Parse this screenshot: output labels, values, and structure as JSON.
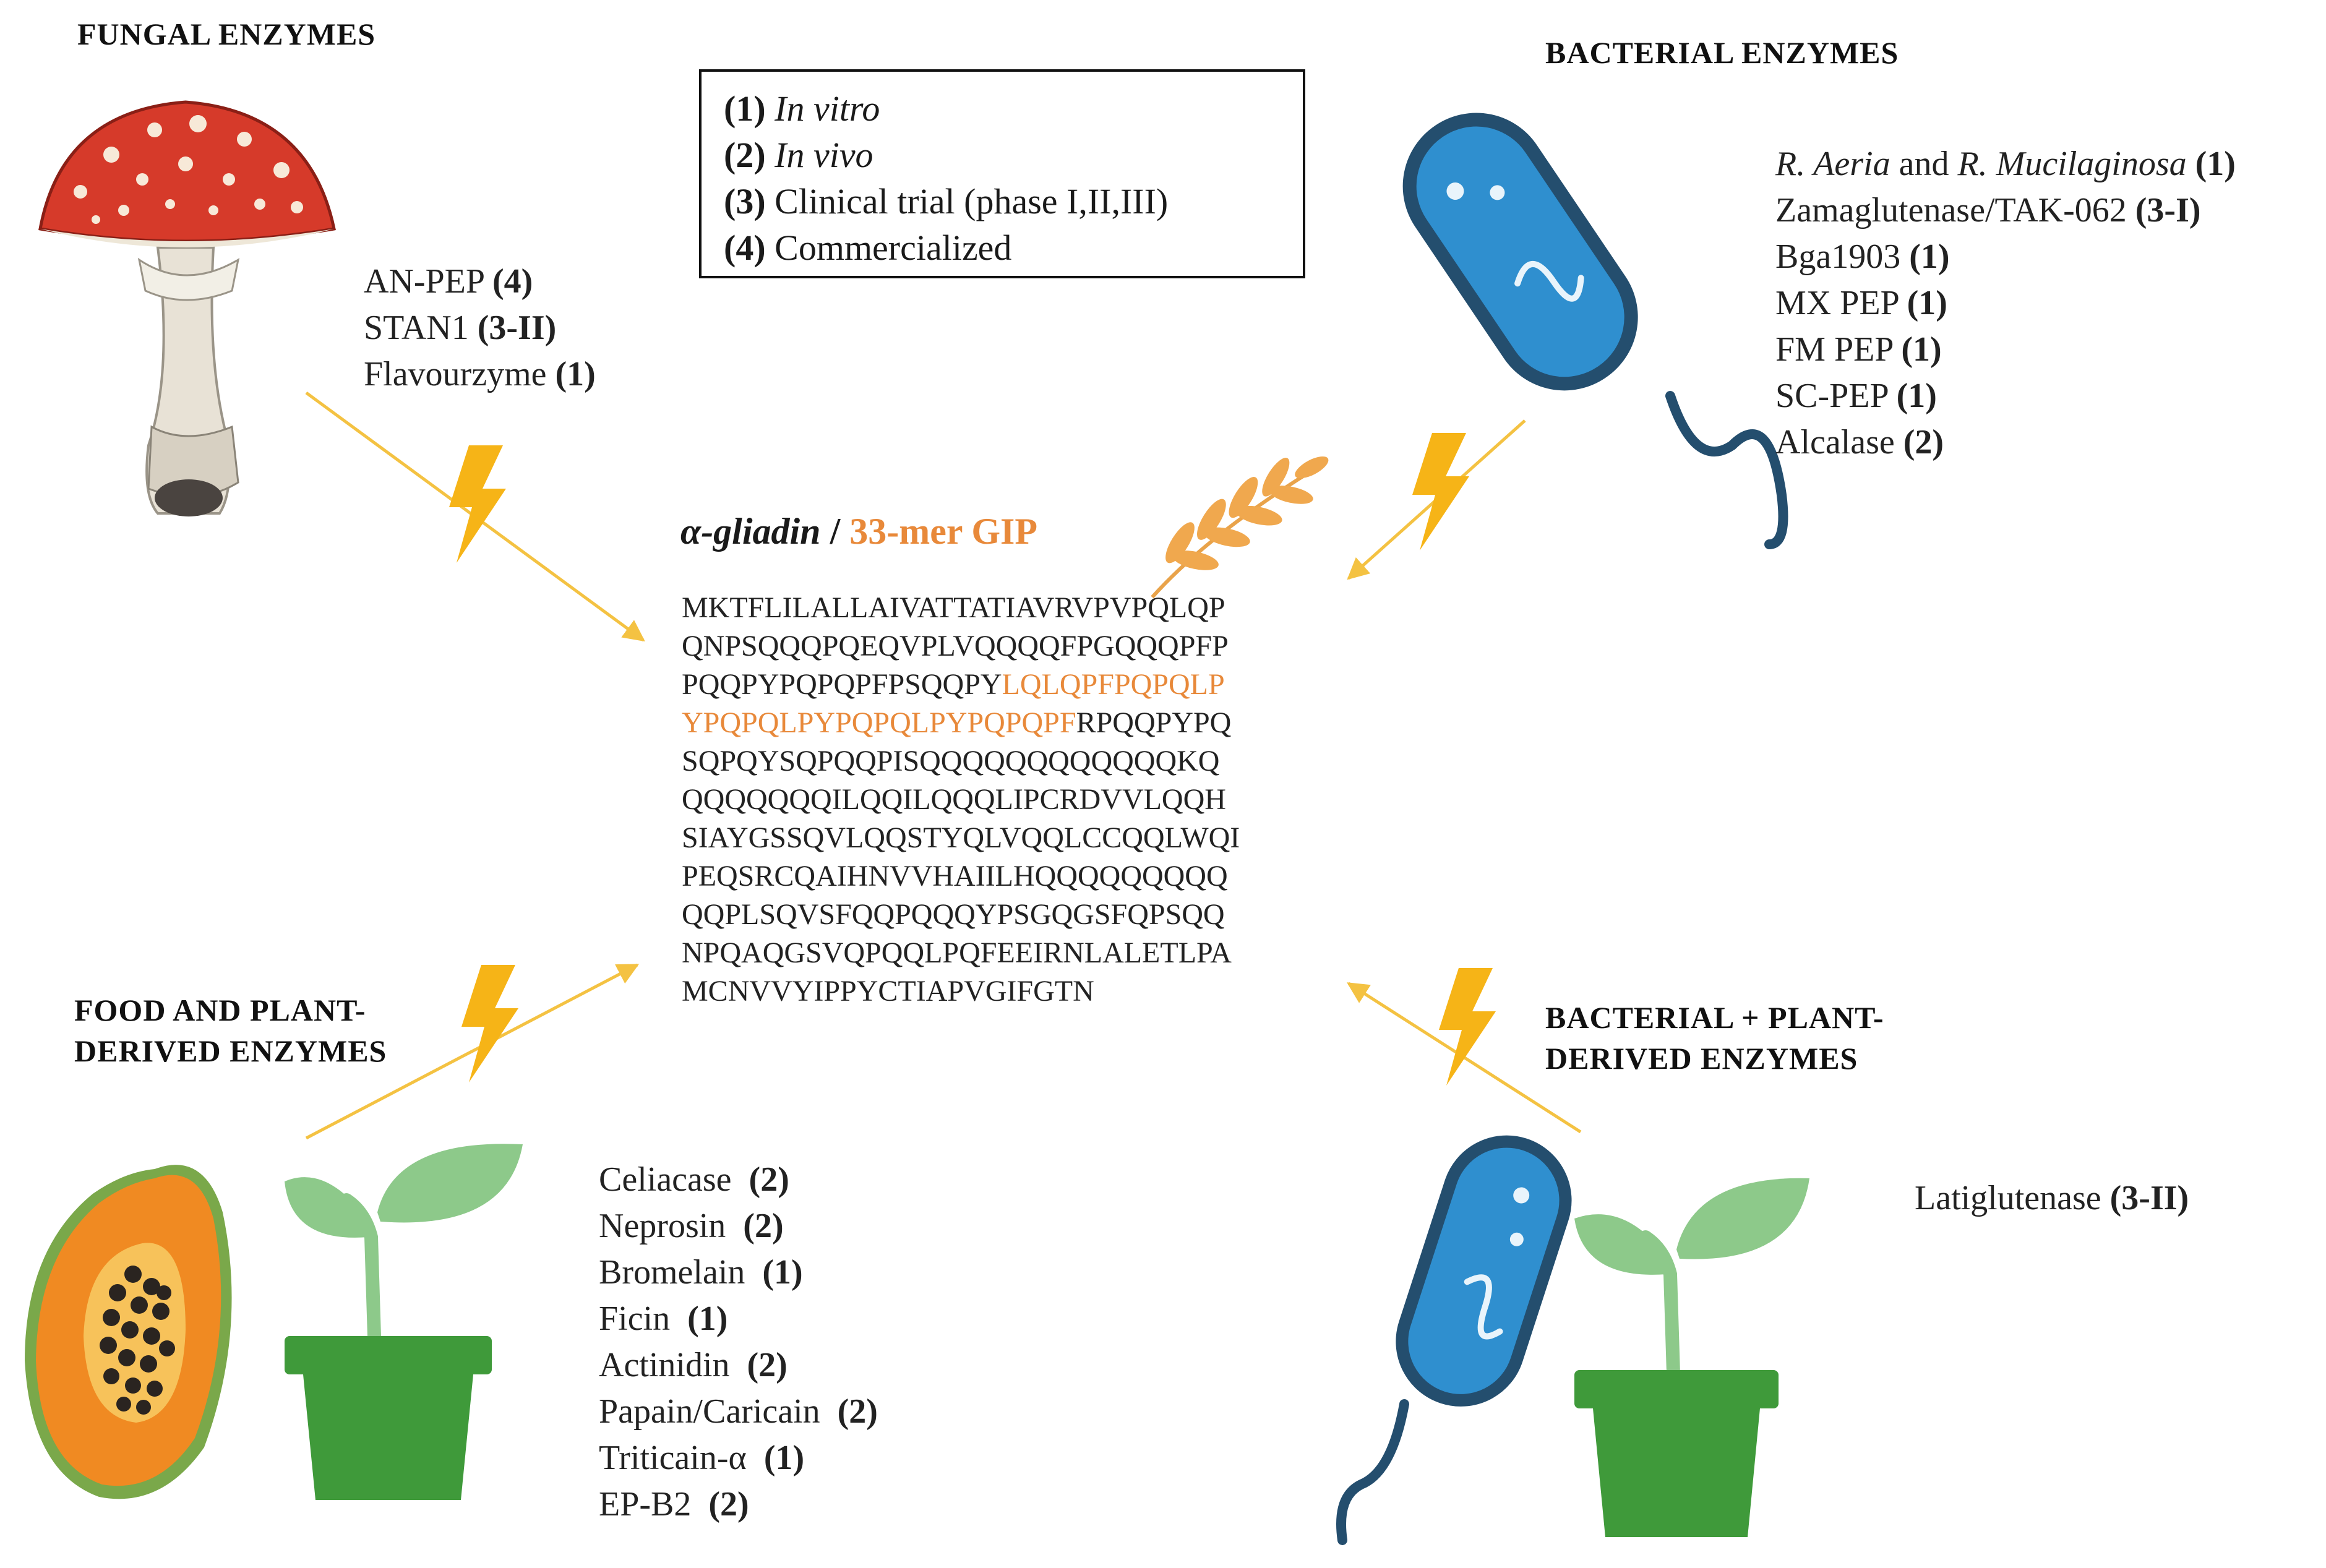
{
  "legend": {
    "items": [
      {
        "code": "(1)",
        "label": "In vitro",
        "italic": true
      },
      {
        "code": "(2)",
        "label": "In vivo",
        "italic": true
      },
      {
        "code": "(3)",
        "label": "Clinical trial (phase I,II,III)",
        "italic": false
      },
      {
        "code": "(4)",
        "label": "Commercialized",
        "italic": false
      }
    ]
  },
  "fungal": {
    "heading": "FUNGAL ENZYMES",
    "enzymes": [
      {
        "name": "AN-PEP",
        "code": "(4)"
      },
      {
        "name": "STAN1",
        "code": "(3-II)"
      },
      {
        "name": "Flavourzyme",
        "code": "(1)"
      }
    ]
  },
  "bacterial": {
    "heading": "BACTERIAL ENZYMES",
    "first": {
      "part1": "R. Aeria",
      "and": " and ",
      "part2": "R. Mucilaginosa",
      "code": "(1)"
    },
    "enzymes": [
      {
        "name": "Zamaglutenase/TAK-062",
        "code": "(3-I)"
      },
      {
        "name": "Bga1903",
        "code": "(1)"
      },
      {
        "name": "MX PEP",
        "code": "(1)"
      },
      {
        "name": "FM PEP",
        "code": "(1)"
      },
      {
        "name": "SC-PEP",
        "code": "(1)"
      },
      {
        "name": "Alcalase",
        "code": "(2)"
      }
    ]
  },
  "food_plant": {
    "heading_line1": "FOOD AND PLANT-",
    "heading_line2": "DERIVED ENZYMES",
    "enzymes": [
      {
        "name": "Celiacase",
        "code": "(2)"
      },
      {
        "name": "Neprosin",
        "code": "(2)"
      },
      {
        "name": "Bromelain",
        "code": "(1)"
      },
      {
        "name": "Ficin",
        "code": "(1)"
      },
      {
        "name": "Actinidin",
        "code": "(2)"
      },
      {
        "name": "Papain/Caricain",
        "code": "(2)"
      },
      {
        "name": "Triticain-α",
        "code": "(1)"
      },
      {
        "name": "EP-B2",
        "code": "(2)"
      }
    ]
  },
  "bacterial_plant": {
    "heading_line1": "BACTERIAL + PLANT-",
    "heading_line2": "DERIVED ENZYMES",
    "enzymes": [
      {
        "name": "Latiglutenase",
        "code": "(3-II)"
      }
    ]
  },
  "sequence": {
    "title_protein": "α-gliadin",
    "title_sep": " / ",
    "title_peptide": "33-mer GIP",
    "lines": [
      {
        "pre": "MKTFLILALLAIVATTATIAVRVPVPQLQP",
        "hl": "",
        "post": ""
      },
      {
        "pre": "QNPSQQQPQEQVPLVQQQQFPGQQQPFP",
        "hl": "",
        "post": ""
      },
      {
        "pre": "PQQPYPQPQPFPSQQPY",
        "hl": "LQLQPFPQPQLP",
        "post": ""
      },
      {
        "pre": "",
        "hl": "YPQPQLPYPQPQLPYPQPQPF",
        "post": "RPQQPYPQ"
      },
      {
        "pre": "SQPQYSQPQQPISQQQQQQQQQQQQKQ",
        "hl": "",
        "post": ""
      },
      {
        "pre": "QQQQQQQILQQILQQQLIPCRDVVLQQH",
        "hl": "",
        "post": ""
      },
      {
        "pre": "SIAYGSSQVLQQSTYQLVQQLCCQQLWQI",
        "hl": "",
        "post": ""
      },
      {
        "pre": "PEQSRCQAIHNVVHAIILHQQQQQQQQQ",
        "hl": "",
        "post": ""
      },
      {
        "pre": "QQPLSQVSFQQPQQQYPSGQGSFQPSQQ",
        "hl": "",
        "post": ""
      },
      {
        "pre": "NPQAQGSVQPQQLPQFEEIRNLALETLPA",
        "hl": "",
        "post": ""
      },
      {
        "pre": "MCNVVYIPPYCTIAPVGIFGTN",
        "hl": "",
        "post": ""
      }
    ]
  },
  "colors": {
    "highlight": "#e8893a",
    "arrow": "#f4c242",
    "bolt": "#f6b417",
    "bacterium_fill": "#2f8fcf",
    "bacterium_outline": "#244e6e",
    "pot": "#3f9a3a",
    "leaf": "#8dc98a",
    "mushroom_cap": "#d63a2a",
    "papaya": "#f08a22"
  },
  "icons": [
    "mushroom-icon",
    "bacterium-icon",
    "papaya-icon",
    "plant-pot-icon",
    "wheat-icon",
    "lightning-icon"
  ]
}
